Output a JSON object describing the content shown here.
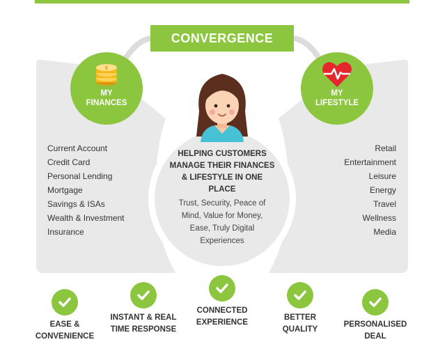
{
  "title": "CONVERGENCE",
  "left_badge": {
    "label_line1": "MY",
    "label_line2": "FINANCES",
    "icon": "coins-icon"
  },
  "right_badge": {
    "label_line1": "MY",
    "label_line2": "LIFESTYLE",
    "icon": "heart-pulse-icon"
  },
  "center": {
    "avatar_icon": "woman-avatar-icon",
    "heading_lines": [
      "HELPING CUSTOMERS",
      "MANAGE THEIR FINANCES",
      "& LIFESTYLE IN ONE",
      "PLACE"
    ],
    "sub_lines": [
      "Trust, Security, Peace of",
      "Mind, Value for Money,",
      "Ease, Truly Digital",
      "Experiences"
    ]
  },
  "finances_list": [
    "Current Account",
    "Credit Card",
    "Personal Lending",
    "Mortgage",
    "Savings & ISAs",
    "Wealth & Investment",
    "Insurance"
  ],
  "lifestyle_list": [
    "Retail",
    "Entertainment",
    "Leisure",
    "Energy",
    "Travel",
    "Wellness",
    "Media"
  ],
  "benefits": [
    {
      "line1": "EASE &",
      "line2": "CONVENIENCE"
    },
    {
      "line1": "INSTANT & REAL",
      "line2": "TIME RESPONSE"
    },
    {
      "line1": "CONNECTED",
      "line2": "EXPERIENCE"
    },
    {
      "line1": "BETTER",
      "line2": "QUALITY"
    },
    {
      "line1": "PERSONALISED",
      "line2": "DEAL"
    }
  ],
  "colors": {
    "accent": "#8cc63f",
    "panel": "#e9e9e9",
    "heart": "#e5272d",
    "coin": "#f6b91a"
  }
}
